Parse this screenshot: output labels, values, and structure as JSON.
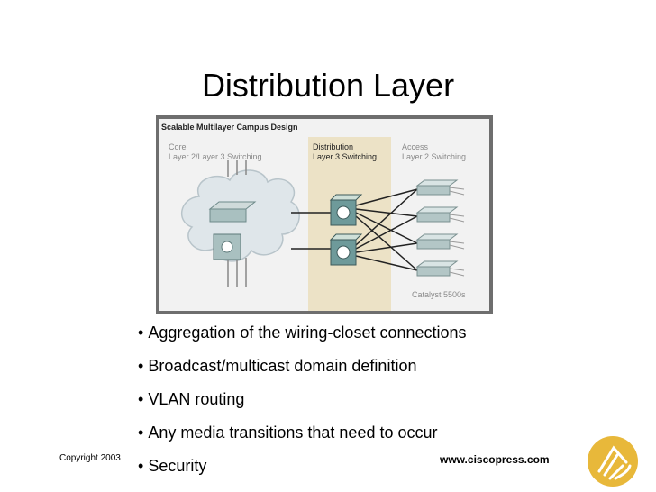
{
  "slide": {
    "title": "Distribution Layer",
    "copyright": "Copyright 2003",
    "website": "www.ciscopress.com"
  },
  "diagram": {
    "heading": "Scalable Multilayer Campus Design",
    "core": {
      "title": "Core",
      "subtitle": "Layer 2/Layer 3 Switching"
    },
    "distribution": {
      "title": "Distribution",
      "subtitle": "Layer 3 Switching"
    },
    "access": {
      "title": "Access",
      "subtitle": "Layer 2 Switching"
    },
    "device_label": "Catalyst 5500s",
    "colors": {
      "frame": "#f0f0f0",
      "distribution_band": "#ece2c6",
      "cloud": "#dfe6ea",
      "device": "#6e9a9a",
      "logo": "#e8b83a"
    }
  },
  "bullets": [
    "Aggregation of the wiring-closet connections",
    "Broadcast/multicast domain definition",
    "VLAN routing",
    "Any media transitions that need to occur",
    "Security"
  ]
}
